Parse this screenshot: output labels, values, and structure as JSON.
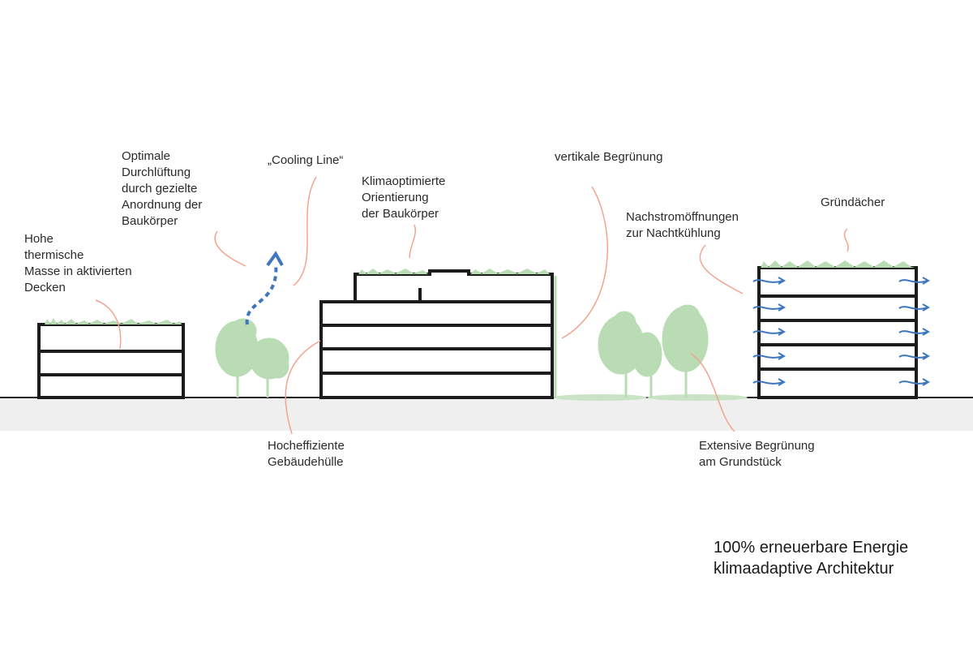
{
  "colors": {
    "building_outline": "#1c1c1c",
    "ground_band": "#efefef",
    "leader_lines": "#f2a38e",
    "airflow_arrows": "#3f77bf",
    "vegetation": "#b9dcb4"
  },
  "labels": {
    "thermal_mass": "Hohe\nthermische\nMasse in aktivierten\nDecken",
    "ventilation": "Optimale\nDurchlüftung\ndurch gezielte\nAnordnung der\nBaukörper",
    "cooling_line": "„Cooling Line“",
    "orientation": "Klimaoptimierte\nOrientierung\nder Baukörper",
    "vertical_green": "vertikale Begrünung",
    "night_cooling": "Nachstromöffnungen\nzur Nachtkühlung",
    "green_roofs": "Gründächer",
    "envelope": "Hocheffiziente\nGebäudehülle",
    "extensive_green": "Extensive Begrünung\nam Grundstück"
  },
  "footer": {
    "line1": "100% erneuerbare Energie",
    "line2": "klimaadaptive Architektur"
  }
}
